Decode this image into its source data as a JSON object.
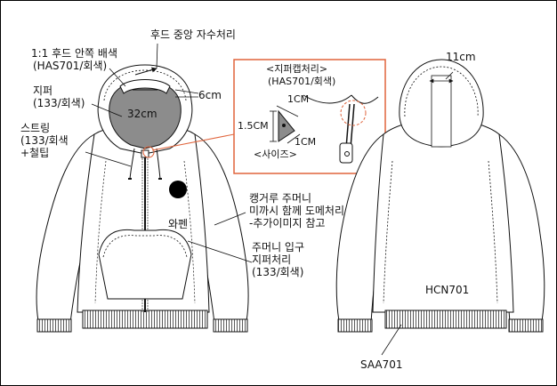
{
  "labels": {
    "hood_center_stitch": "후드 중앙 자수처리",
    "hood_inner_color_line1": "1:1 후드 안쪽 배색",
    "hood_inner_color_line2": "(HAS701/회색)",
    "zipper_line1": "지퍼",
    "zipper_line2": "(133/회색)",
    "string_line1": "스트링",
    "string_line2": "(133/회색",
    "string_line3": "+철팁",
    "hood_depth": "6cm",
    "hood_width": "32cm",
    "patch": "와펜",
    "pocket_note_line1": "캥거루 주머니",
    "pocket_note_line2": "미까시 함께 도메처리",
    "pocket_note_line3": "-추가이미지 참고",
    "pocket_zip_line1": "주머니 입구",
    "pocket_zip_line2": "지퍼처리",
    "pocket_zip_line3": "(133/회색)",
    "back_hood_width": "11cm",
    "back_label": "HCN701",
    "rib_label": "SAA701"
  },
  "detail_box": {
    "title_line1": "<지퍼캡처리>",
    "title_line2": "(HAS701/회색)",
    "dim_top": "1CM",
    "dim_left": "1.5CM",
    "dim_right": "1CM",
    "size_label": "<사이즈>"
  },
  "colors": {
    "outline": "#111111",
    "hood_lining": "#8c8c8c",
    "detail_frame": "#e0643c",
    "patch": "#000000"
  }
}
